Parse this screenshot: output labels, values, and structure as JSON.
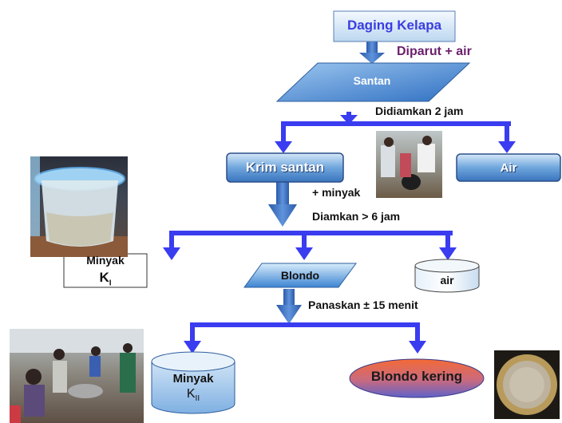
{
  "nodes": {
    "daging_kelapa": "Daging Kelapa",
    "santan": "Santan",
    "krim_santan": "Krim santan",
    "air_top": "Air",
    "minyak_k1": {
      "label": "Minyak",
      "symbol": "K",
      "subscript": "I"
    },
    "blondo": "Blondo",
    "air_bottom": "air",
    "minyak_k2": {
      "label": "Minyak",
      "symbol": "K",
      "subscript": "II"
    },
    "blondo_kering": "Blondo kering"
  },
  "steps": {
    "diparut": "Diparut + air",
    "didiamkan": "Didiamkan  2 jam",
    "plus_minyak": "+ minyak",
    "diamkan": "Diamkan  > 6 jam",
    "panaskan": "Panaskan  ± 15 menit"
  },
  "colors": {
    "arrow_blue": "#3a3cf0",
    "box_blue_text": "#3b3de0",
    "step_purple": "#6b1f6b",
    "shape_blue": "#4a87d6",
    "blondo_kering_gradient": [
      "#f26a3a",
      "#6a64c8"
    ]
  }
}
